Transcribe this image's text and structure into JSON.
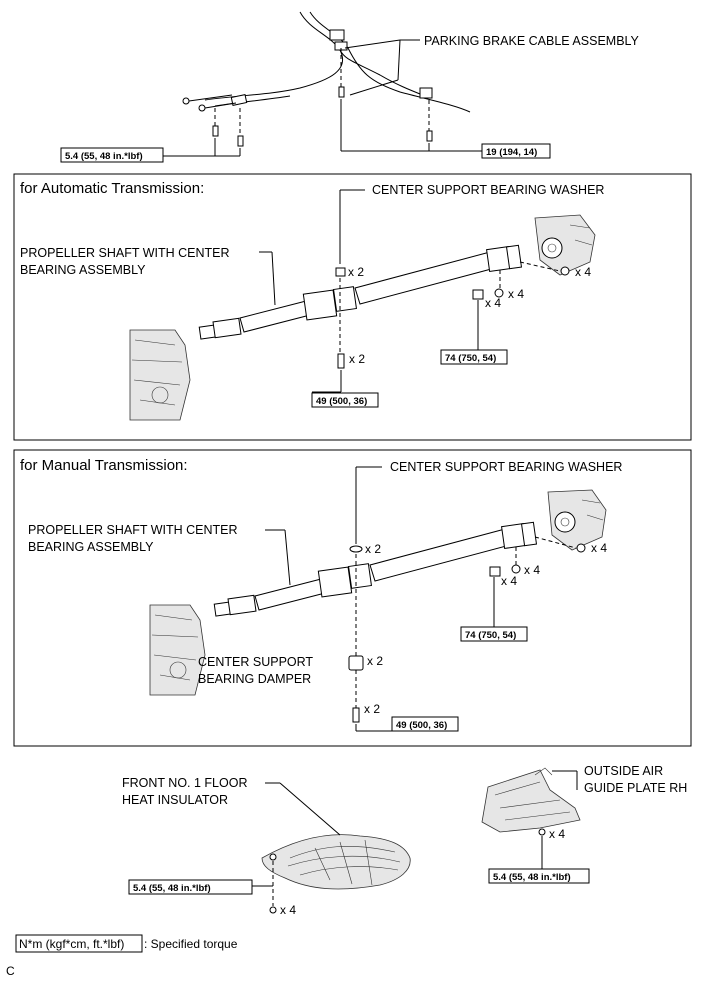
{
  "top": {
    "parking_brake_label": "PARKING BRAKE CABLE ASSEMBLY",
    "torque_left": "5.4 (55, 48 in.*lbf)",
    "torque_right": "19 (194, 14)"
  },
  "automatic": {
    "title": "for Automatic Transmission:",
    "washer_label": "CENTER SUPPORT BEARING WASHER",
    "shaft_label_line1": "PROPELLER SHAFT WITH CENTER",
    "shaft_label_line2": "BEARING ASSEMBLY",
    "qty_washer": "x 2",
    "qty_bolt_center": "x 2",
    "qty_nut_flange": "x 4",
    "qty_washer_flange": "x 4",
    "qty_bolt_flange": "x 4",
    "torque_flange": "74 (750, 54)",
    "torque_center": "49 (500, 36)"
  },
  "manual": {
    "title": "for Manual Transmission:",
    "washer_label": "CENTER SUPPORT BEARING WASHER",
    "shaft_label_line1": "PROPELLER SHAFT WITH CENTER",
    "shaft_label_line2": "BEARING ASSEMBLY",
    "damper_label_line1": "CENTER SUPPORT",
    "damper_label_line2": "BEARING DAMPER",
    "qty_washer": "x 2",
    "qty_damper": "x 2",
    "qty_bolt_center": "x 2",
    "qty_nut_flange": "x 4",
    "qty_washer_flange": "x 4",
    "qty_bolt_flange": "x 4",
    "torque_flange": "74 (750, 54)",
    "torque_center": "49 (500, 36)"
  },
  "bottom": {
    "insulator_label_line1": "FRONT NO. 1 FLOOR",
    "insulator_label_line2": "HEAT INSULATOR",
    "insulator_torque": "5.4 (55, 48 in.*lbf)",
    "insulator_qty": "x 4",
    "guide_label_line1": "OUTSIDE AIR",
    "guide_label_line2": "GUIDE PLATE RH",
    "guide_torque": "5.4 (55, 48 in.*lbf)",
    "guide_qty": "x 4"
  },
  "legend": {
    "unit_box": "N*m (kgf*cm, ft.*lbf)",
    "text": ": Specified torque"
  },
  "corner_code": "C"
}
